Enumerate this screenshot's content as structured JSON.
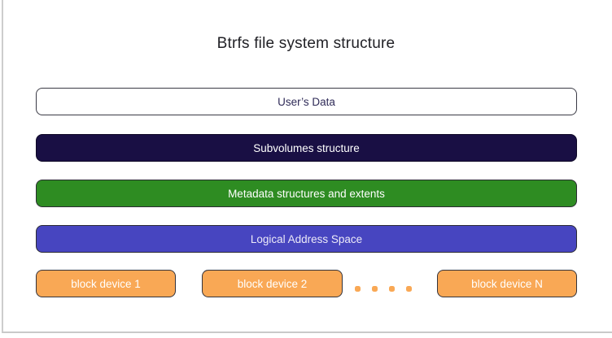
{
  "title": "Btrfs file system structure",
  "colors": {
    "device_bg": "#f9a855",
    "device_fg": "#ffffff",
    "dot": "#f9a855"
  },
  "layers": [
    {
      "label": "User’s Data",
      "bg": "#ffffff",
      "fg": "#2e2a57"
    },
    {
      "label": "Subvolumes structure",
      "bg": "#190f44",
      "fg": "#ffffff"
    },
    {
      "label": "Metadata structures and extents",
      "bg": "#2e8c22",
      "fg": "#ffffff"
    },
    {
      "label": "Logical Address Space",
      "bg": "#4745c0",
      "fg": "#eceaf8"
    }
  ],
  "devices": [
    {
      "label": "block device 1"
    },
    {
      "label": "block device 2"
    },
    {
      "label": "block device N"
    }
  ],
  "ellipsis_dot_count": 4
}
